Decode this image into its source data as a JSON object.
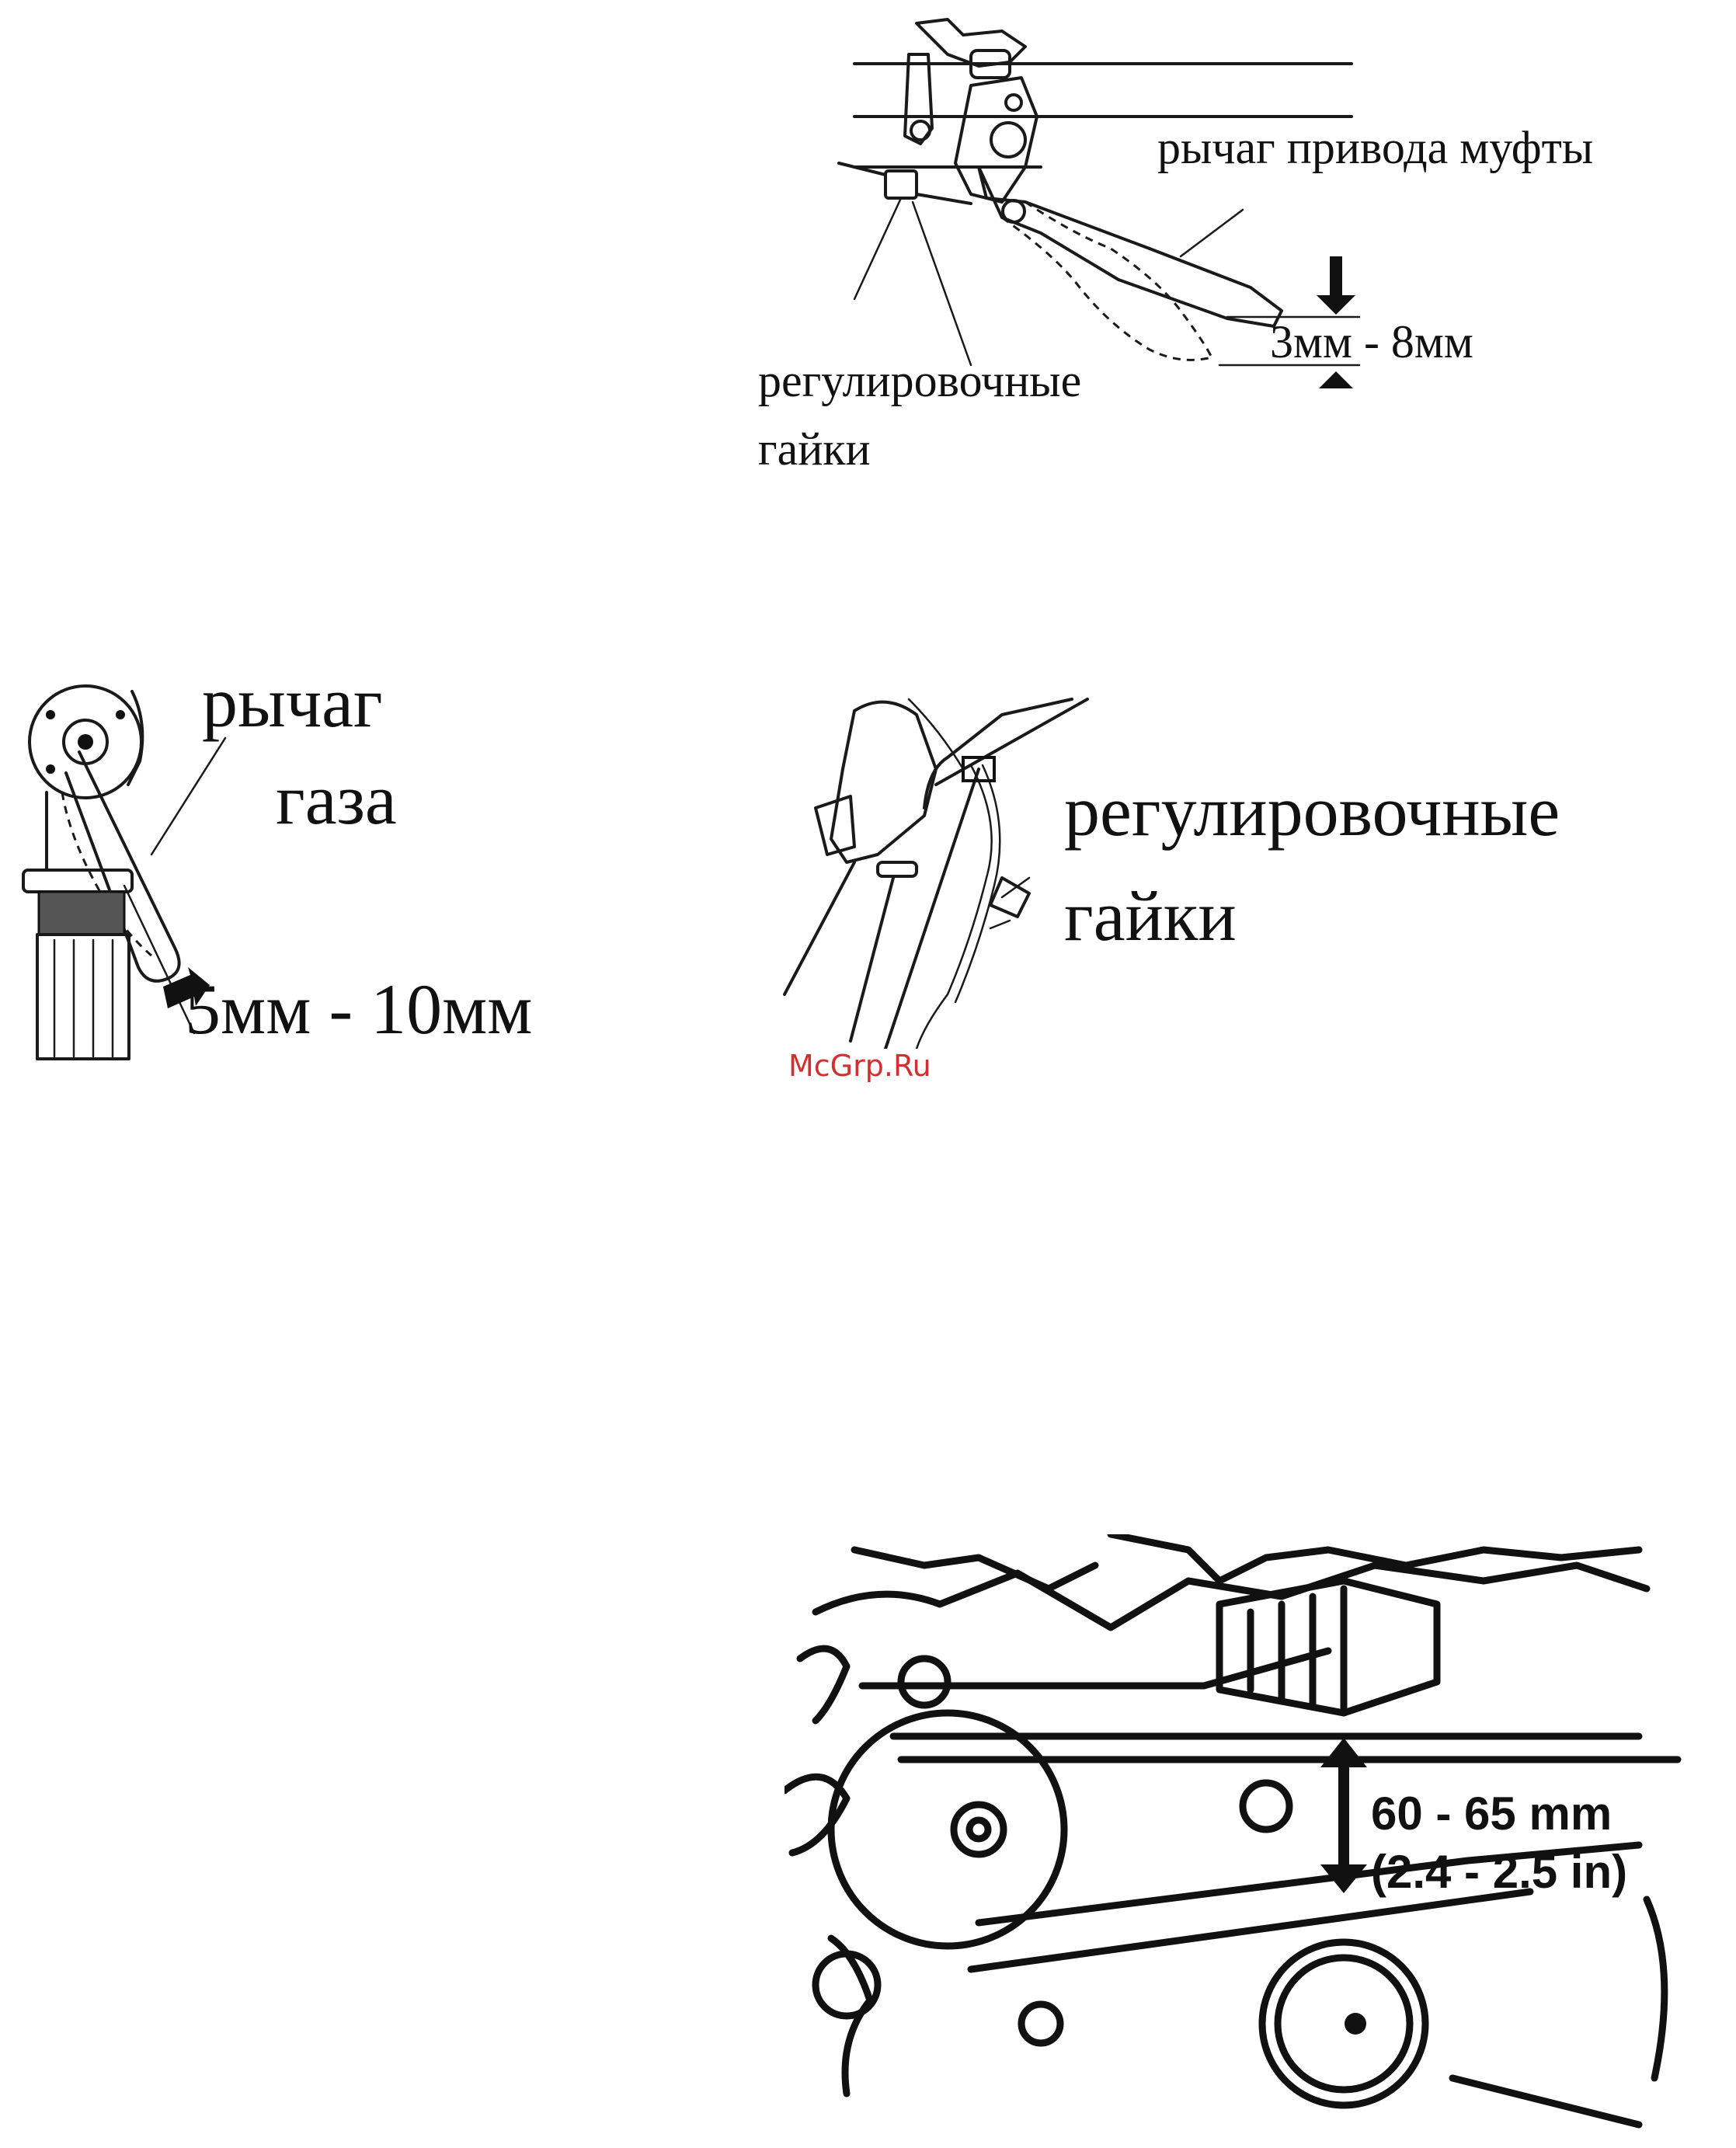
{
  "figures": {
    "clutch": {
      "lever_label": "рычаг привода муфты",
      "gap_label": "3мм - 8мм",
      "nuts_label_line1": "регулировочные",
      "nuts_label_line2": "гайки"
    },
    "throttle": {
      "lever_label_line1": "рычаг",
      "lever_label_line2": "газа",
      "gap_label": "5мм - 10мм"
    },
    "cable": {
      "nuts_label_line1": "регулировочные",
      "nuts_label_line2": "гайки"
    },
    "belt": {
      "deflection_mm": "60 - 65 mm",
      "deflection_in": "(2.4 - 2.5 in)"
    }
  },
  "watermark": "McGrp.Ru"
}
